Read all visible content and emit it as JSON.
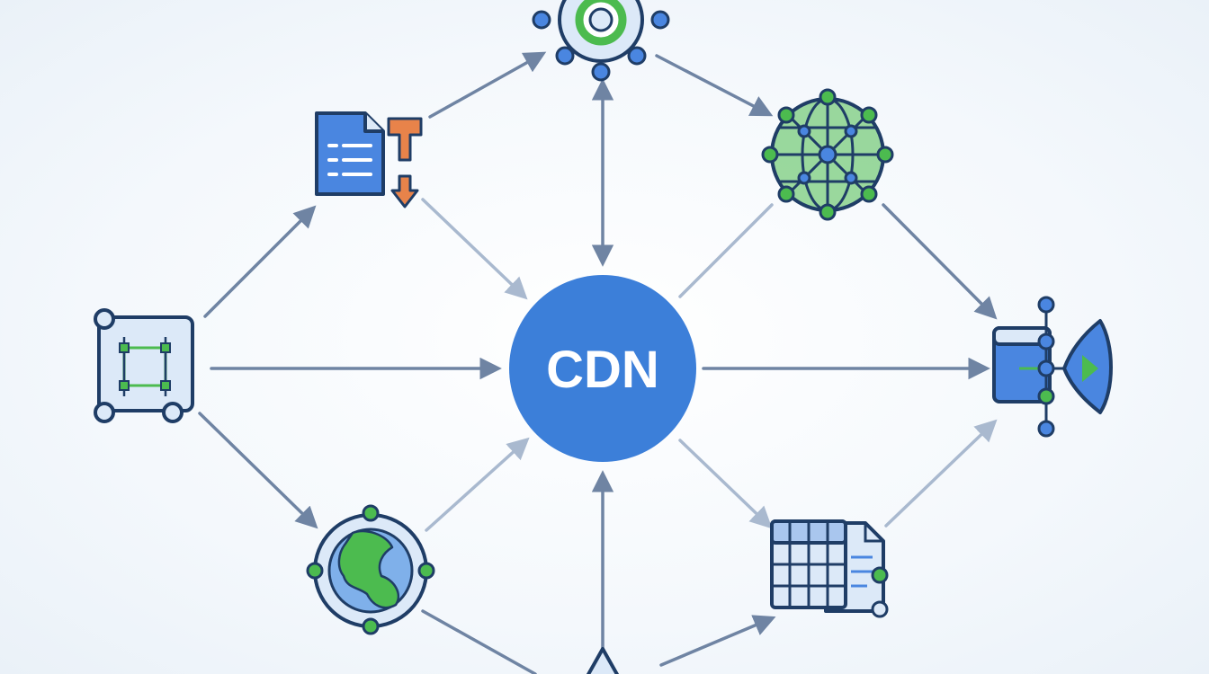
{
  "hub": {
    "label": "CDN"
  },
  "colors": {
    "hub_fill": "#3c7fd9",
    "hub_text": "#ffffff",
    "outline": "#1f3d66",
    "blue": "#4a86e0",
    "light_blue": "#dce9f8",
    "green": "#4cbb4f",
    "orange": "#e8834a",
    "arrow_dark": "#6f84a3",
    "arrow_light": "#a9b9cf"
  },
  "nodes": [
    {
      "id": "upload-doc",
      "icon": "document-upload-icon"
    },
    {
      "id": "gear",
      "icon": "gear-icon"
    },
    {
      "id": "network-globe",
      "icon": "network-globe-icon"
    },
    {
      "id": "origin-server",
      "icon": "server-box-icon"
    },
    {
      "id": "edge-server",
      "icon": "edge-server-icon"
    },
    {
      "id": "globe",
      "icon": "globe-icon"
    },
    {
      "id": "data-table",
      "icon": "spreadsheet-icon"
    },
    {
      "id": "bottom-node",
      "icon": "bottom-node-icon"
    }
  ]
}
